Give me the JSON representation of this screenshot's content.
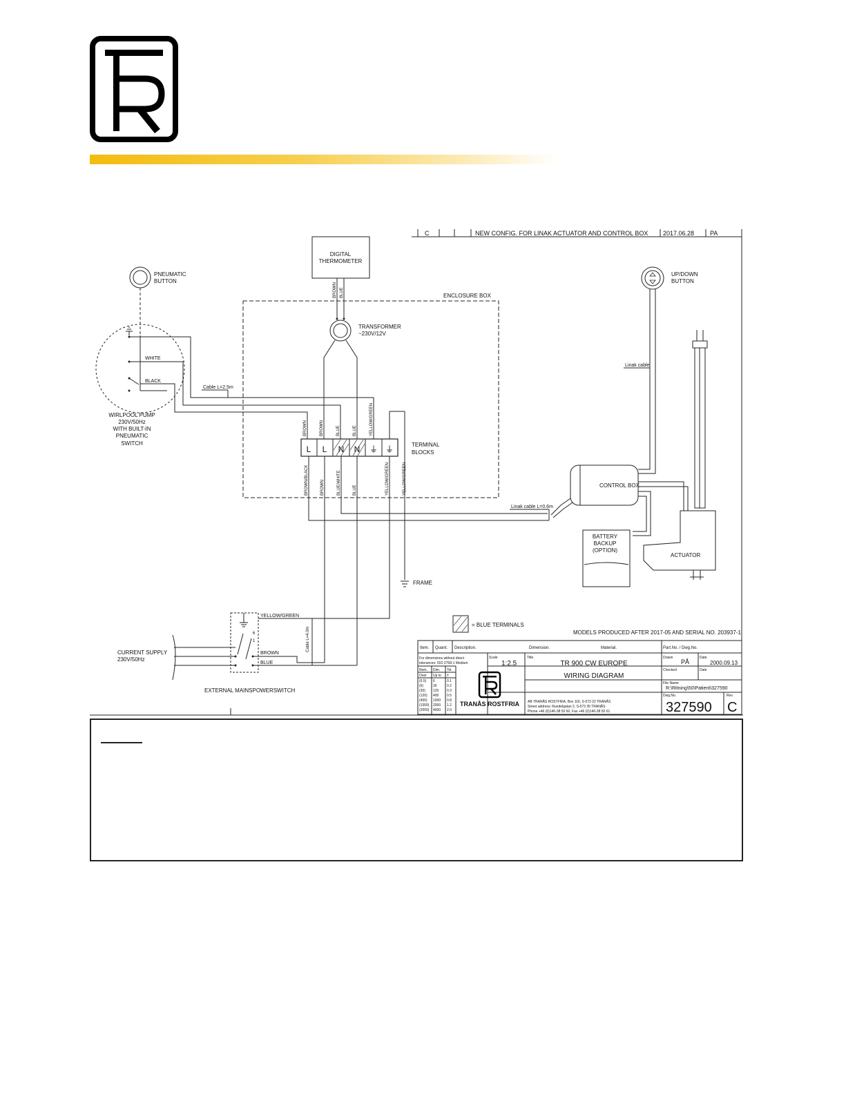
{
  "logo": {
    "letters": "TR",
    "name": "tr-logo"
  },
  "revision": {
    "rev": "C",
    "description": "NEW CONFIG. FOR LINAK ACTUATOR AND CONTROL BOX",
    "date": "2017.06.28",
    "by": "PA"
  },
  "components": {
    "thermometer": [
      "DIGITAL",
      "THERMOMETER"
    ],
    "pneumatic_button": [
      "PNEUMATIC",
      "BUTTON"
    ],
    "updown_button": [
      "UP/DOWN",
      "BUTTON"
    ],
    "enclosure": "ENCLOSURE BOX",
    "transformer": [
      "TRANSFORMER",
      "~230V/12V"
    ],
    "pump": [
      "WIRLPOOL PUMP",
      "230V/50Hz",
      "WITH BUILT-IN",
      "PNEUMATIC",
      "SWITCH"
    ],
    "terminal_blocks": [
      "TERMINAL",
      "BLOCKS"
    ],
    "control_box": "CONTROL BOX",
    "battery": [
      "BATTERY",
      "BACKUP",
      "(OPTION)"
    ],
    "actuator": "ACTUATOR",
    "frame": "FRAME",
    "supply": [
      "CURRENT SUPPLY",
      "230V/50Hz"
    ],
    "switch": "EXTERNAL MAINSPOWERSWITCH"
  },
  "terminal_labels": [
    "L",
    "L",
    "N",
    "N",
    "⏚",
    "⏚"
  ],
  "wires": {
    "white": "WHITE",
    "black": "BLACK",
    "cable_pump": "Cable L=2.5m",
    "linak_cable": "Linak cable",
    "linak_cable_2": "Linak cable L=0.6m",
    "cable_supply": "Cable L=4.0m",
    "thermo_brown": "BROWN",
    "thermo_blue": "BLUE",
    "top": [
      "BROWN",
      "BROWN",
      "BLUE",
      "BLUE",
      "YELLOW/GREEN"
    ],
    "bottom": [
      "BROWN/BLACK",
      "BROWN",
      "BLUE/WHITE",
      "BLUE",
      "YELLOW/GREEN",
      "YELLOW/GREEN"
    ],
    "sw_yg": "YELLOW/GREEN",
    "sw_brown": "BROWN",
    "sw_blue": "BLUE",
    "sw_n6": "6",
    "sw_n1": "1"
  },
  "legend": {
    "blue_terminals": "= BLUE TERMINALS"
  },
  "models_note": "MODELS PRODUCED AFTER 2017-05 AND SERIAL NO. 203937-1",
  "title_block": {
    "item": "Item.",
    "quant": "Quant.",
    "description": "Description.",
    "dimension": "Dimension.",
    "material": "Material.",
    "part_no": "Part.No. / Dwg.No.",
    "tol_note_1": "For dimensions without direct",
    "tol_note_2": "tolerances: ISO 2768-1 Medium",
    "tol_headers": [
      "Nom.",
      "Dim.",
      "Tol."
    ],
    "tol_sub": [
      "Over",
      "Up to",
      "±"
    ],
    "tol_rows": [
      [
        "(0.5)",
        "6",
        "0.1"
      ],
      [
        "(6)",
        "30",
        "0.2"
      ],
      [
        "(30)",
        "120",
        "0.3"
      ],
      [
        "(120)",
        "400",
        "0.5"
      ],
      [
        "(400)",
        "1000",
        "0.8"
      ],
      [
        "(1000)",
        "2000",
        "1.2"
      ],
      [
        "(2000)",
        "4000",
        "2.0"
      ]
    ],
    "scale_label": "Scale",
    "scale": "1:2.5",
    "title_label": "Title",
    "title_1": "TR 900 CW EUROPE",
    "title_2": "WIRING DIAGRAM",
    "drawn_label": "Drawn",
    "drawn": "PÅ",
    "date_label": "Date",
    "date": "2000.09.13",
    "checked_label": "Checked",
    "date2_label": "Date",
    "file_label": "File Name",
    "file": "R:\\Ritning\\50\\Patient\\327590",
    "company": "TRANÅS ROSTFRIA",
    "address_1": "AB TRANÅS ROSTFRIA, Box 116, S-573 22 TRANÅS",
    "address_2": "Street address: Rundelgatan 2, S-573 35 TRANÅS",
    "address_3": "Phone +46 (0)140-38 50 60,     Fax +46 (0)140-38 50 61",
    "dwg_label": "Dwg.No.",
    "dwg_no": "327590",
    "rev_label": "Rev.",
    "rev": "C"
  }
}
